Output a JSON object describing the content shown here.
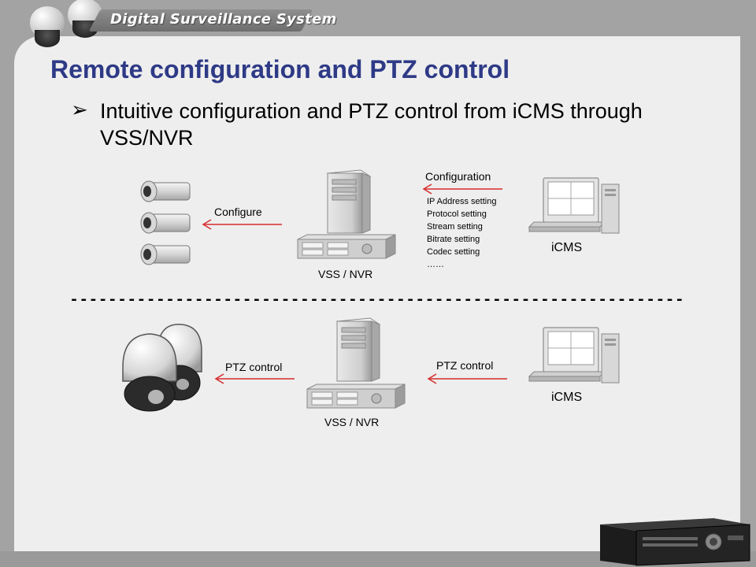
{
  "header": {
    "banner_text": "Digital Surveillance System"
  },
  "slide": {
    "title": "Remote configuration and PTZ control",
    "bullet": "Intuitive configuration and PTZ control from iCMS through VSS/NVR"
  },
  "diagram": {
    "top": {
      "configure_label": "Configure",
      "configuration_label": "Configuration",
      "settings": [
        "IP Address setting",
        "Protocol setting",
        "Stream setting",
        "Bitrate setting",
        "Codec setting",
        "……"
      ],
      "server_label": "VSS / NVR",
      "client_label": "iCMS"
    },
    "divider": "----------------------------------------------------------------",
    "bottom": {
      "ptz_left_label": "PTZ control",
      "ptz_right_label": "PTZ control",
      "server_label": "VSS / NVR",
      "client_label": "iCMS"
    },
    "arrow_color": "#d62b2b"
  },
  "icons": [
    "dome-camera-icon",
    "bullet-camera-icon",
    "server-tower-icon",
    "nvr-rack-icon",
    "desktop-computer-icon",
    "ptz-camera-icon",
    "dvr-device-icon"
  ]
}
